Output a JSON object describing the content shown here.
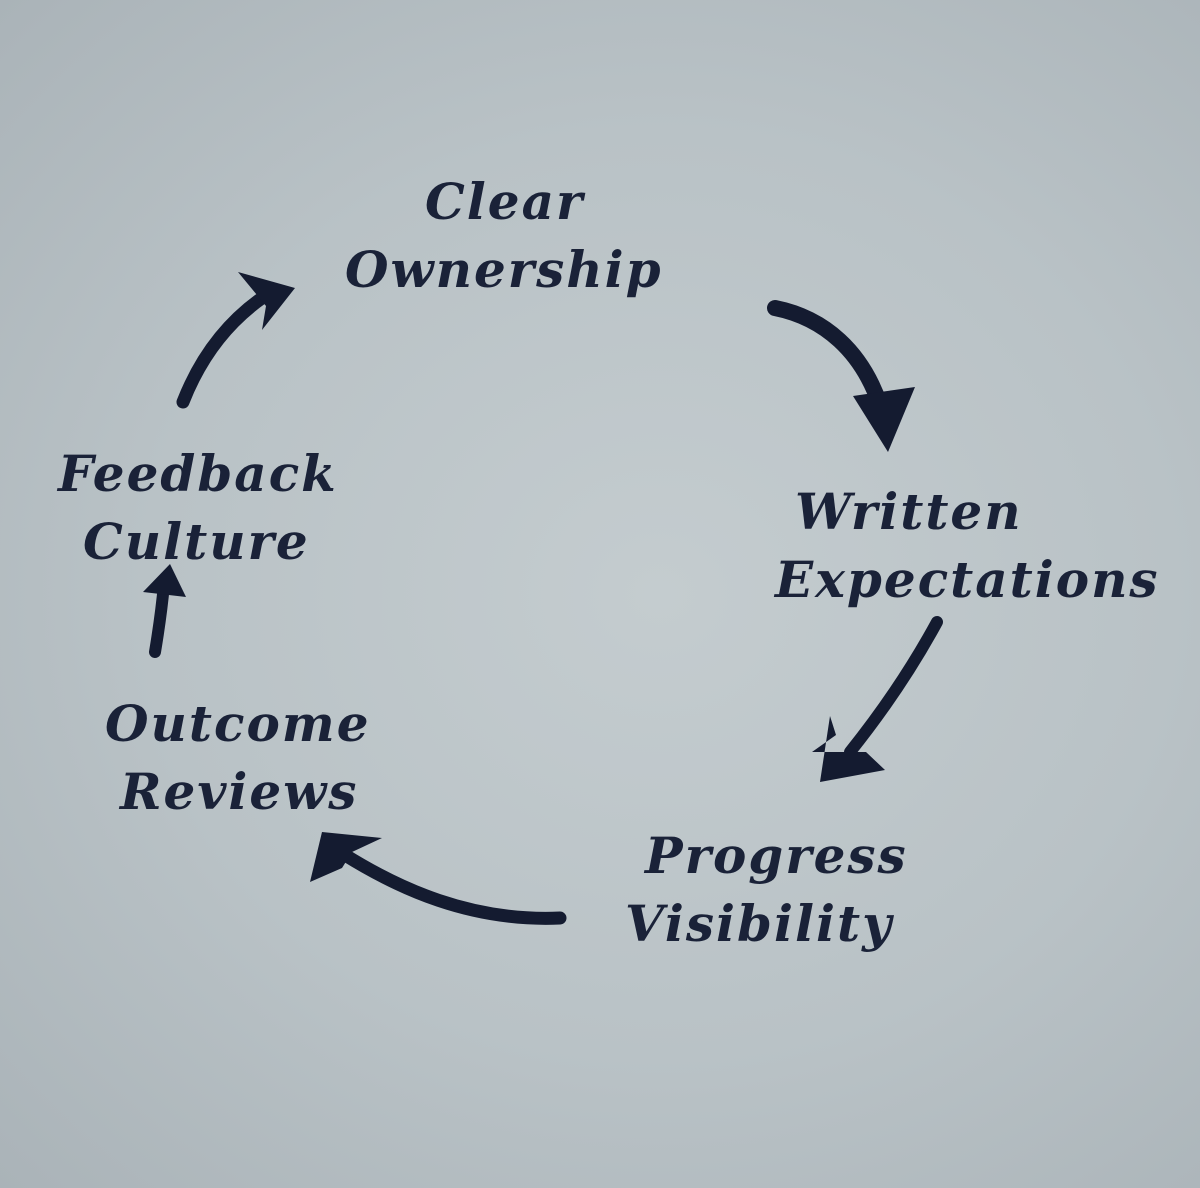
{
  "diagram": {
    "nodes": [
      {
        "id": "clear-ownership",
        "lines": [
          "Clear",
          "Ownership"
        ]
      },
      {
        "id": "written-expectations",
        "lines": [
          "Written",
          "Expectations"
        ]
      },
      {
        "id": "progress-visibility",
        "lines": [
          "Progress",
          "Visibility"
        ]
      },
      {
        "id": "outcome-reviews",
        "lines": [
          "Outcome",
          "Reviews"
        ]
      },
      {
        "id": "feedback-culture",
        "lines": [
          "Feedback",
          "Culture"
        ]
      }
    ],
    "edges": [
      {
        "from": "clear-ownership",
        "to": "written-expectations"
      },
      {
        "from": "written-expectations",
        "to": "progress-visibility"
      },
      {
        "from": "progress-visibility",
        "to": "outcome-reviews"
      },
      {
        "from": "outcome-reviews",
        "to": "feedback-culture"
      },
      {
        "from": "feedback-culture",
        "to": "clear-ownership"
      }
    ],
    "ink_color": "#141b30",
    "paper_color": "#bfc7cb"
  }
}
